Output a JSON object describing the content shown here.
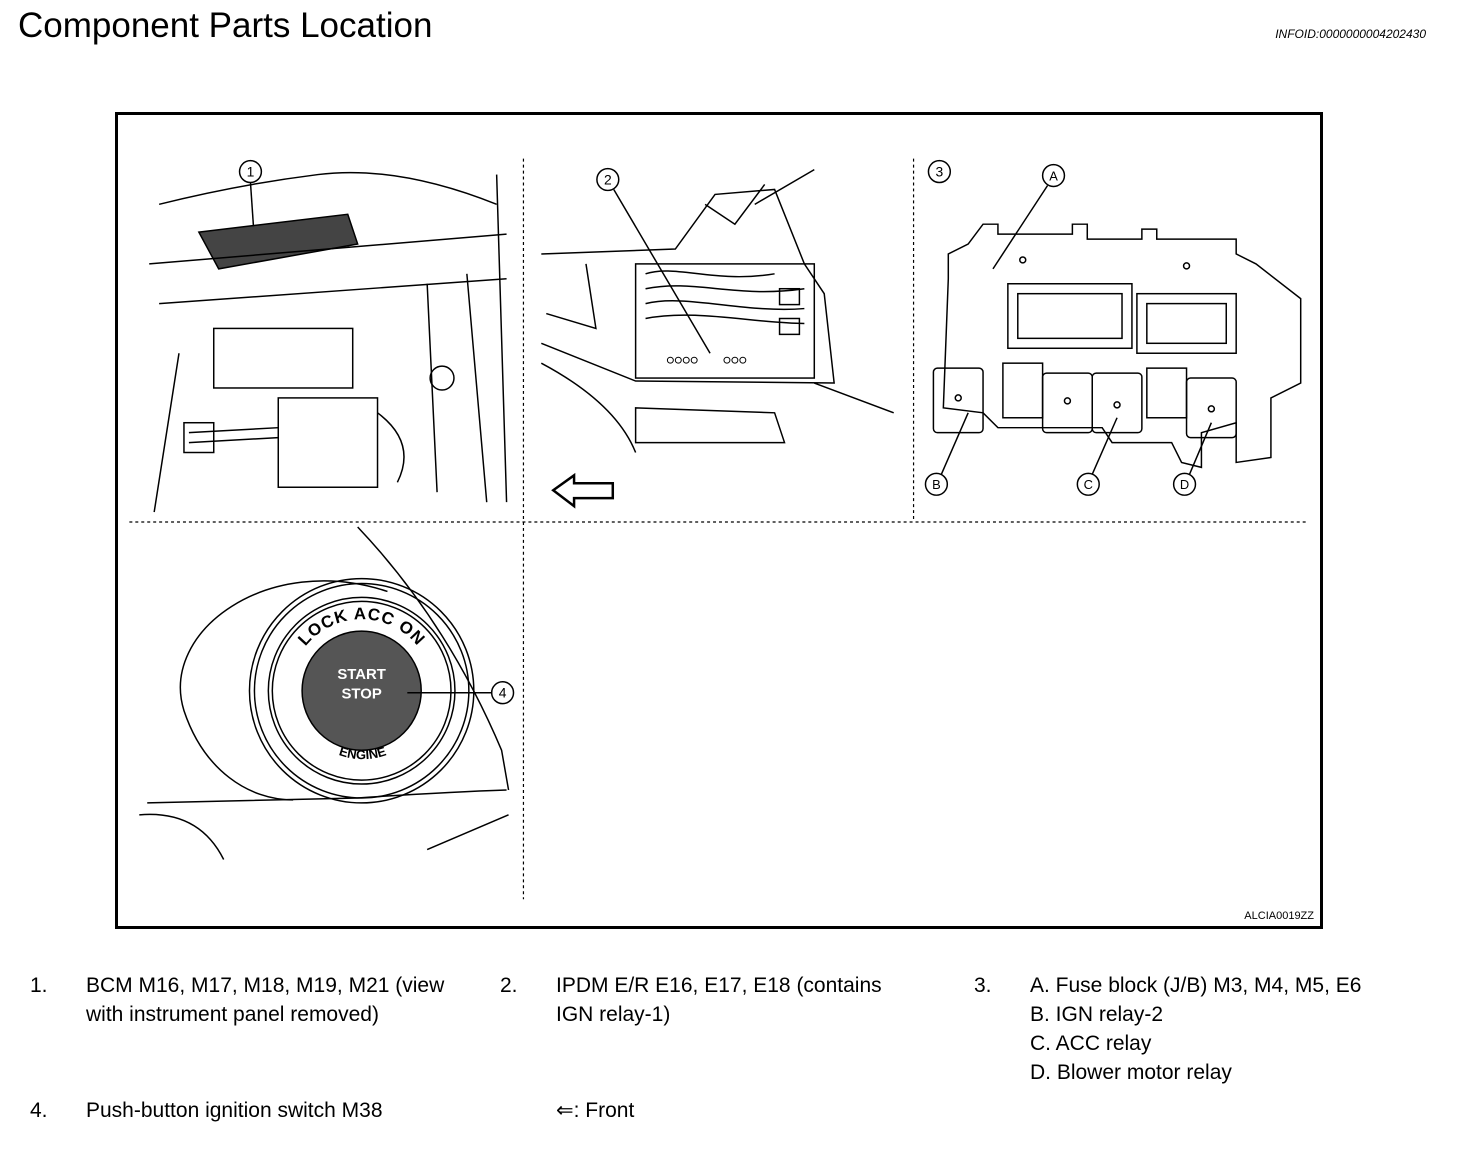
{
  "header": {
    "title": "Component Parts Location",
    "info_id": "INFOID:0000000004202430"
  },
  "figure": {
    "code": "ALCIA0019ZZ",
    "callouts": [
      "1",
      "2",
      "3",
      "4",
      "A",
      "B",
      "C",
      "D"
    ],
    "button_ring_top": "LOCK ACC ON",
    "button_ring_bottom": "ENGINE",
    "button_face": [
      "START",
      "STOP"
    ]
  },
  "legend": [
    {
      "num": "1.",
      "lines": [
        "BCM M16, M17, M18, M19, M21 (view",
        "with instrument panel removed)"
      ]
    },
    {
      "num": "2.",
      "lines": [
        "IPDM E/R E16, E17, E18 (contains",
        "IGN relay-1)"
      ]
    },
    {
      "num": "3.",
      "lines": [
        "A. Fuse block (J/B) M3, M4, M5, E6",
        "B. IGN relay-2",
        "C. ACC relay",
        "D. Blower motor relay"
      ]
    },
    {
      "num": "4.",
      "lines": [
        "Push-button ignition switch M38"
      ]
    },
    {
      "num": "",
      "lines": [
        "⇐: Front"
      ]
    }
  ]
}
